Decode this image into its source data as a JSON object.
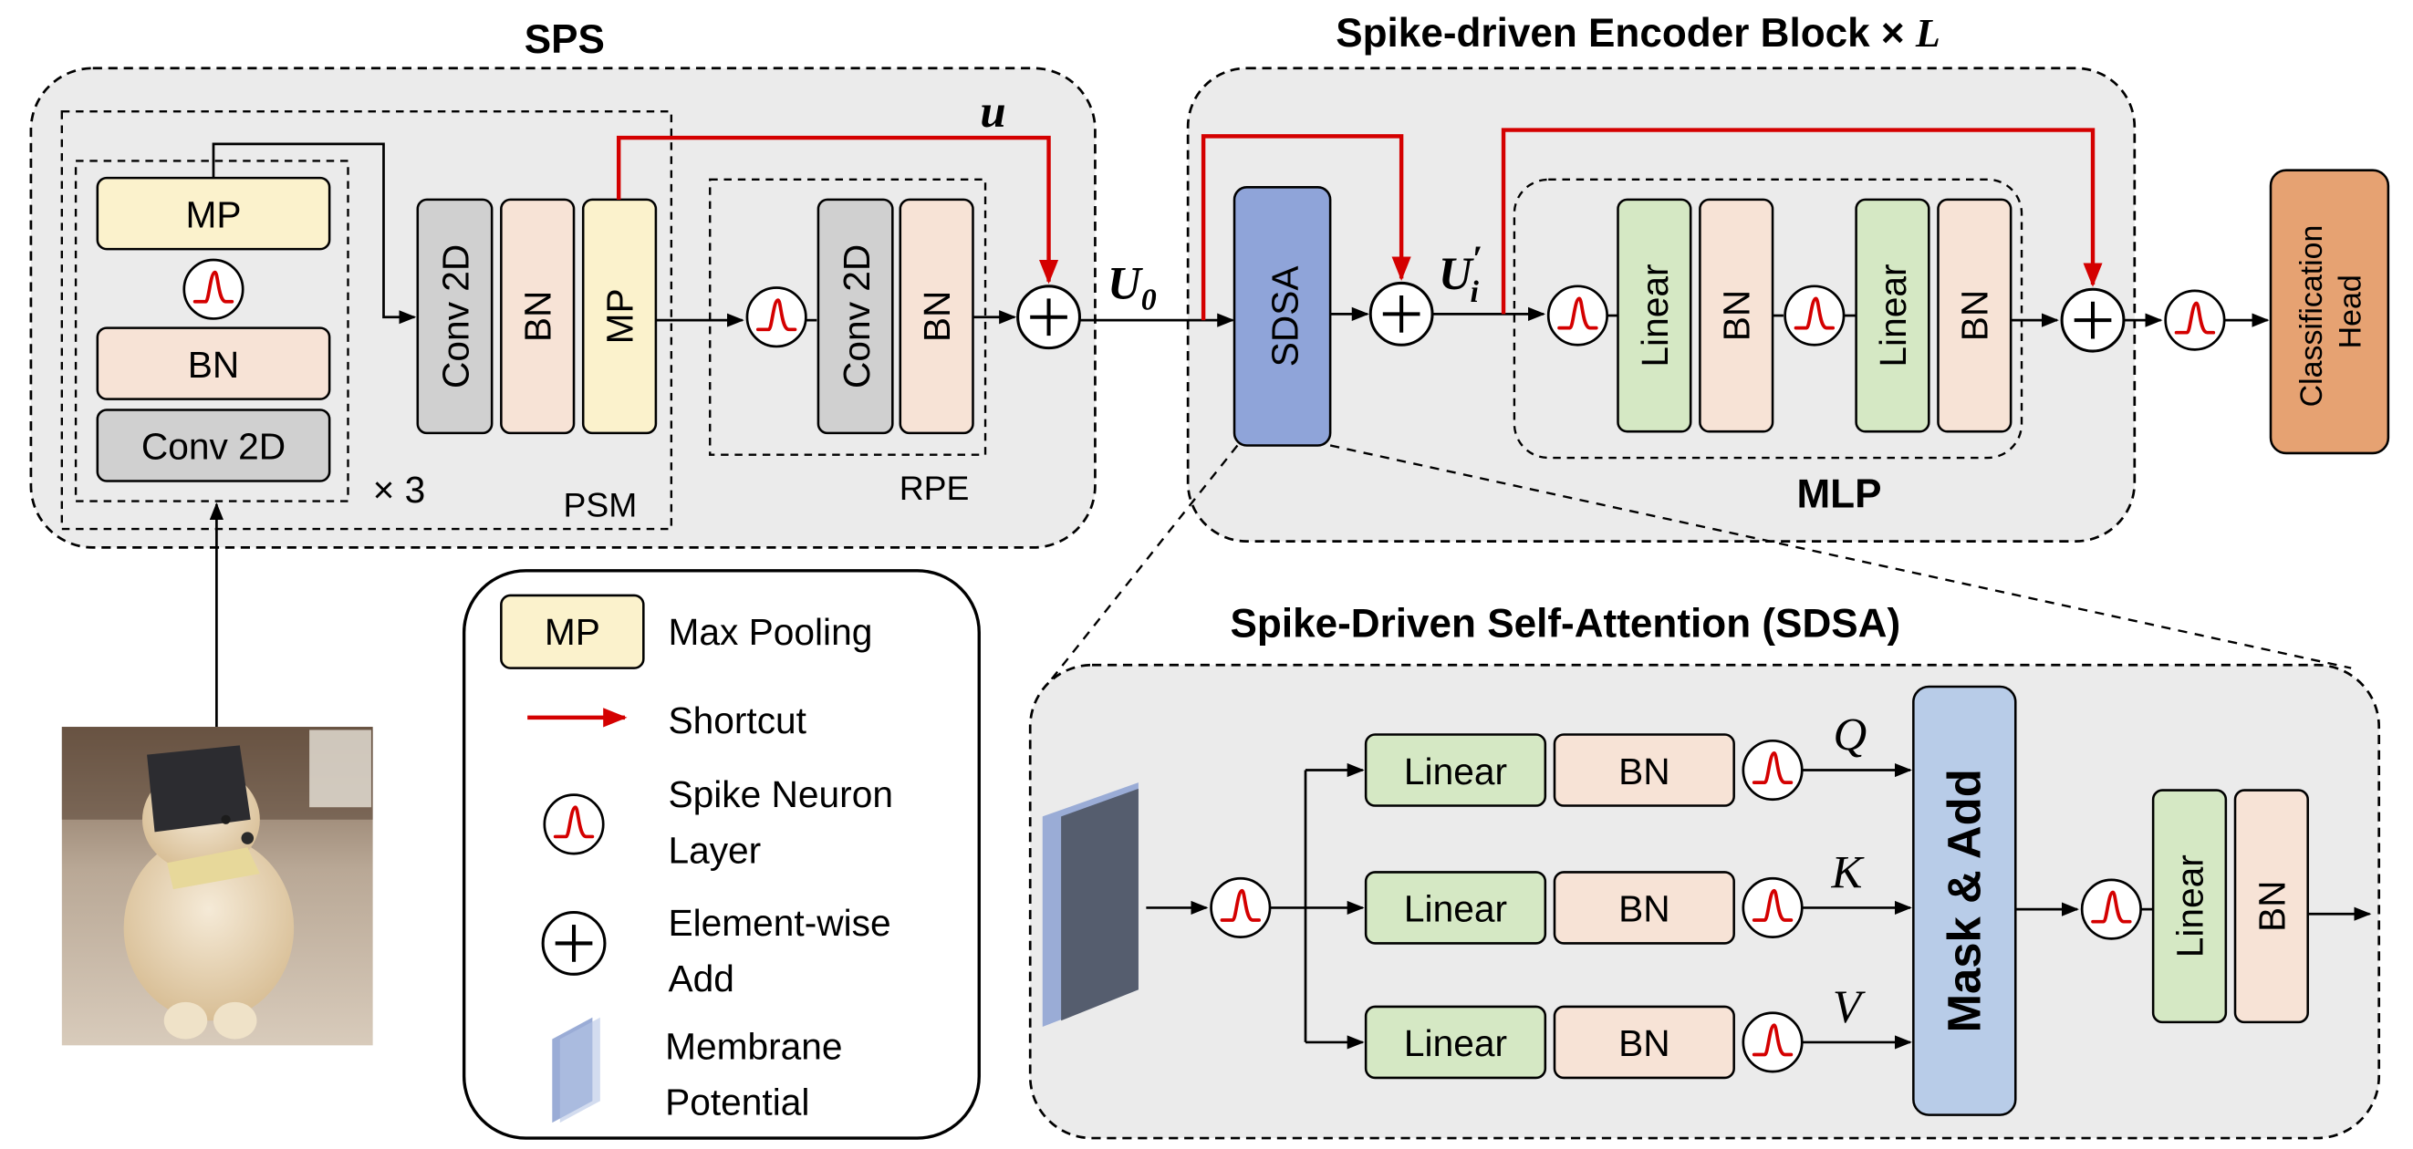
{
  "titles": {
    "sps": "SPS",
    "encoder_block": "Spike-driven Encoder Block × L",
    "encoder_block_main": "Spike-driven Encoder Block ",
    "encoder_block_times": "× ",
    "encoder_block_L": "L",
    "sdsa_panel": "Spike-Driven Self-Attention (SDSA)",
    "mlp": "MLP",
    "psm": "PSM",
    "rpe": "RPE",
    "repeat": "× 3"
  },
  "blocks": {
    "mp": "MP",
    "bn": "BN",
    "conv2d": "Conv 2D",
    "linear": "Linear",
    "sdsa": "SDSA",
    "mask_add": "Mask & Add",
    "classification_head": [
      "Classification",
      "Head"
    ]
  },
  "math_labels": {
    "u": "u",
    "U0_base": "U",
    "U0_sub": "0",
    "Ui_base": "U",
    "Ui_prime": "′",
    "Ui_sub": "i",
    "Q": "Q",
    "K": "K",
    "V": "V"
  },
  "legend": {
    "items": [
      {
        "symbol": "MP",
        "label_lines": [
          "Max Pooling"
        ]
      },
      {
        "symbol": "red-arrow",
        "label_lines": [
          "Shortcut"
        ]
      },
      {
        "symbol": "spike-neuron",
        "label_lines": [
          "Spike Neuron",
          "Layer"
        ]
      },
      {
        "symbol": "element-add",
        "label_lines": [
          "Element-wise",
          "Add"
        ]
      },
      {
        "symbol": "membrane",
        "label_lines": [
          "Membrane",
          "Potential"
        ]
      }
    ]
  },
  "colors": {
    "panel_bg": "#ebebeb",
    "mp_fill": "#fbf2cc",
    "bn_fill": "#f7e3d6",
    "conv_fill": "#d0d0d0",
    "linear_fill": "#d5e8c4",
    "sdsa_fill": "#8fa4d9",
    "mask_add_fill": "#b8cce8",
    "head_fill": "#e6a272",
    "shortcut": "#d40000",
    "membrane_front": "#555d6e",
    "membrane_side": "#9aacd6"
  }
}
